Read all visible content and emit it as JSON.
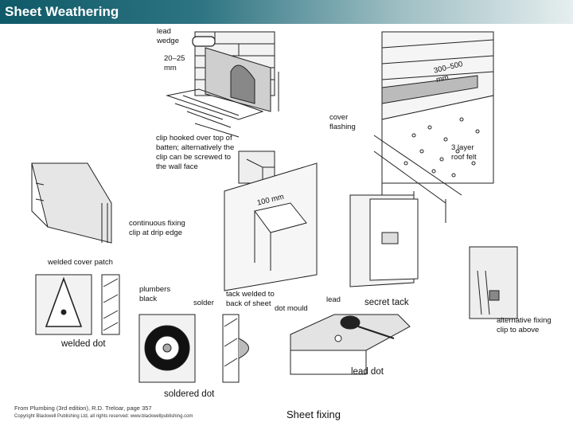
{
  "title": "Sheet Weathering",
  "labels": {
    "lead_wedge": "lead\nwedge",
    "gap_20_25": "20–25\nmm",
    "range_300_500": "300–500\nmm",
    "cover_flashing": "cover\nflashing",
    "clip_hooked": "clip hooked over top of\nbatten; alternatively the\nclip can be screwed to\nthe wall face",
    "roof_felt": "3 layer\nroof felt",
    "size_100": "100 mm",
    "continuous_clip": "continuous fixing\nclip at drip edge",
    "welded_patch": "welded cover patch",
    "plumbers_black": "plumbers\nblack",
    "solder": "solder",
    "tack_welded": "tack welded to\nback of sheet",
    "dot_mould": "dot mould",
    "lead": "lead",
    "secret_tack": "secret tack",
    "alt_clip": "alternative fixing\nclip to above",
    "welded_dot": "welded dot",
    "lead_dot": "lead dot",
    "soldered_dot": "soldered dot",
    "sheet_fixing": "Sheet fixing"
  },
  "source": {
    "citation": "From Plumbing (3rd edition), R.D. Treloar, page 357",
    "copyright": "Copyright Blackwell Publishing Ltd, all rights reserved: www.blackwellpublishing.com"
  }
}
